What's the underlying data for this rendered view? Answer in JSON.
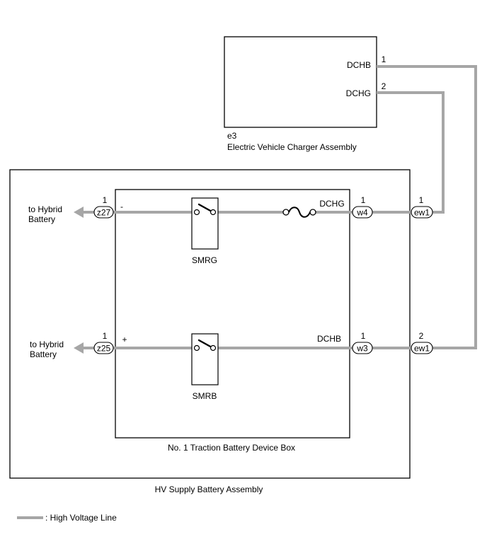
{
  "charger": {
    "code": "e3",
    "name": "Electric Vehicle Charger Assembly",
    "dchb_label": "DCHB",
    "dchg_label": "DCHG",
    "dchb_pin": "1",
    "dchg_pin": "2"
  },
  "battery_assembly": {
    "name": "HV Supply Battery Assembly"
  },
  "device_box": {
    "name": "No. 1 Traction Battery Device Box"
  },
  "connectors": {
    "z27": {
      "id": "z27",
      "pin": "1",
      "polarity": "-"
    },
    "z25": {
      "id": "z25",
      "pin": "1",
      "polarity": "+"
    },
    "w4": {
      "id": "w4",
      "pin": "1",
      "signal": "DCHG"
    },
    "w3": {
      "id": "w3",
      "pin": "1",
      "signal": "DCHB"
    },
    "ew1_top": {
      "id": "ew1",
      "pin": "1"
    },
    "ew1_bottom": {
      "id": "ew1",
      "pin": "2"
    }
  },
  "relays": {
    "smrg": "SMRG",
    "smrb": "SMRB"
  },
  "outputs": {
    "top_line1": "to Hybrid",
    "top_line2": "Battery",
    "bottom_line1": "to Hybrid",
    "bottom_line2": "Battery"
  },
  "legend": {
    "text": ": High Voltage Line"
  },
  "colors": {
    "hv_line": "#a6a6a6",
    "outline": "#000000",
    "background": "#ffffff"
  }
}
